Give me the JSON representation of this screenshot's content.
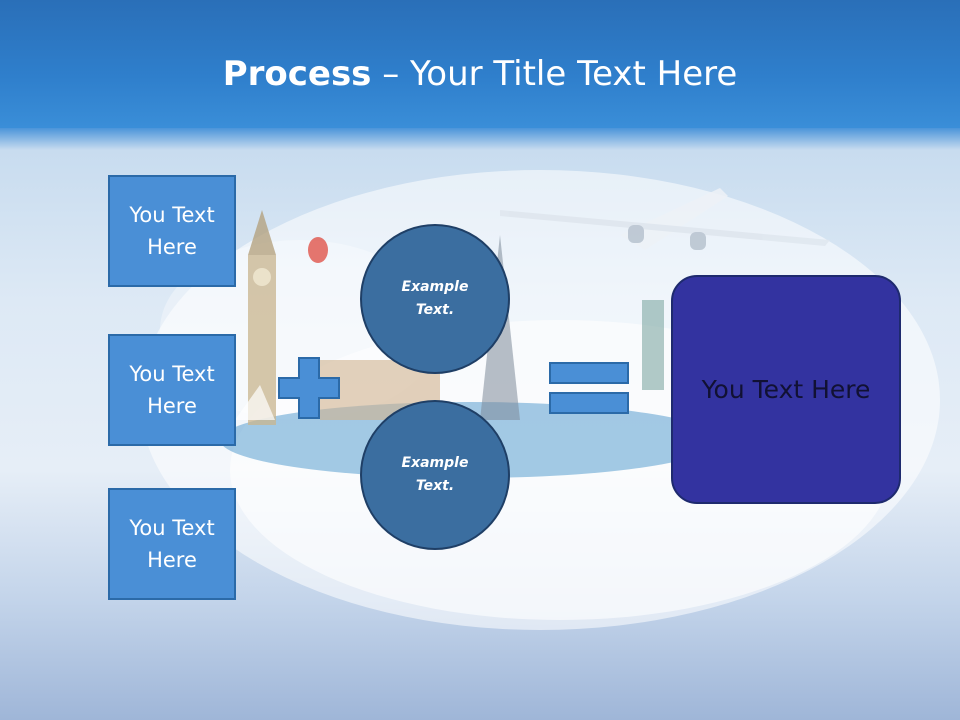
{
  "title": {
    "bold": "Process",
    "rest": " – Your Title Text Here"
  },
  "left_boxes": [
    {
      "label": "You Text Here"
    },
    {
      "label": "You Text Here"
    },
    {
      "label": "You Text Here"
    }
  ],
  "circles": [
    {
      "label": "Example Text."
    },
    {
      "label": "Example Text."
    }
  ],
  "result_box": {
    "label": "You Text Here"
  },
  "colors": {
    "title_band": "#2f7fcc",
    "left_box_fill": "#4a8fd6",
    "circle_fill": "#3b6ea0",
    "result_fill": "#3333a0",
    "operator_fill": "#4a8fd6"
  }
}
